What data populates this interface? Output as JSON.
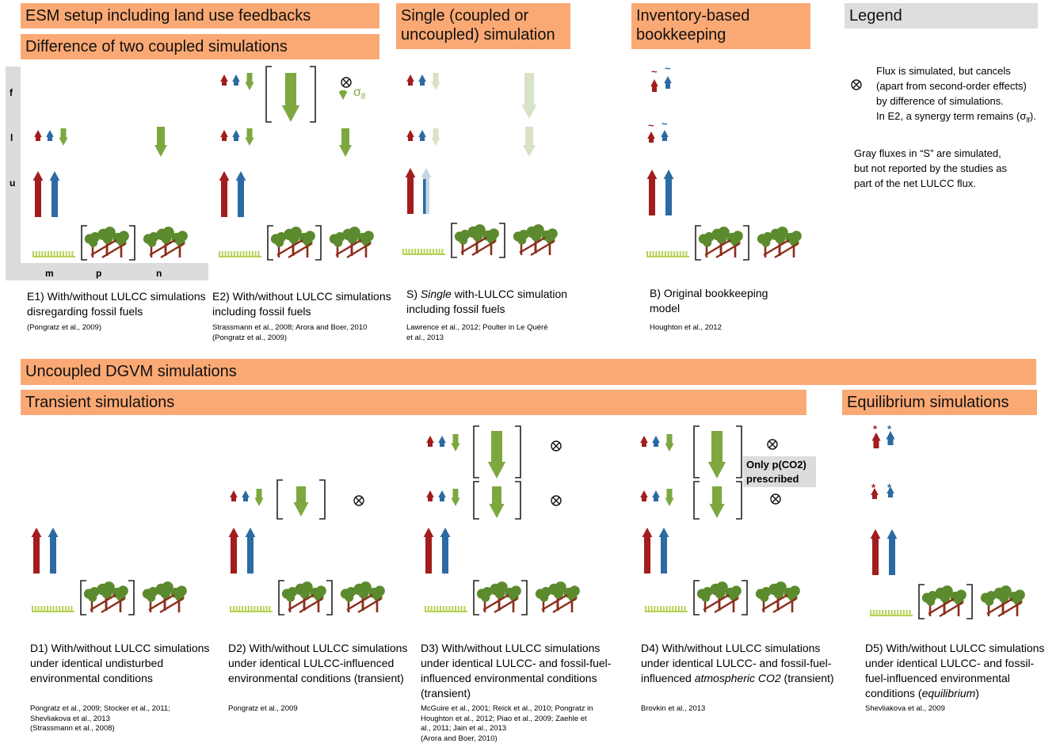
{
  "headers": {
    "esm": "ESM setup including land use feedbacks",
    "diff": "Difference of two coupled simulations",
    "single": "Single (coupled or uncoupled) simulation",
    "inventory": "Inventory-based bookkeeping",
    "legend": "Legend",
    "uncoupled": "Uncoupled DGVM simulations",
    "transient": "Transient simulations",
    "equilibrium": "Equilibrium simulations"
  },
  "axis": {
    "rows": [
      "f",
      "l",
      "u"
    ],
    "columns": [
      "m",
      "p",
      "n"
    ]
  },
  "legend": {
    "cancel_note": "Flux is simulated, but cancels (apart from second-order effects) by difference of simulations. In E2, a synergy term remains (σlf).",
    "cancel_note_lines": [
      "Flux is simulated, but cancels",
      "(apart from second-order effects)",
      "by difference of simulations."
    ],
    "synergy_line_pre": "In E2, a synergy term remains (σ",
    "synergy_sub": "lf",
    "synergy_line_post": ").",
    "gray_note_lines": [
      "Gray fluxes in “S” are simulated,",
      "but not reported by the studies as",
      "part of the net LULCC flux."
    ]
  },
  "sigma": {
    "symbol": "σ",
    "sub": "lf"
  },
  "only_co2": [
    "Only p(CO2)",
    "prescribed"
  ],
  "marks": {
    "tilde": "~",
    "star": "*"
  },
  "panels": {
    "E1": {
      "caption": [
        "E1) With/without LULCC simulations",
        "disregarding fossil fuels"
      ],
      "refs": [
        "(Pongratz et al., 2009)"
      ]
    },
    "E2": {
      "caption": [
        "E2) With/without LULCC simulations",
        "including fossil fuels"
      ],
      "refs": [
        "Strassmann et al., 2008; Arora and Boer, 2010",
        "(Pongratz et al., 2009)"
      ]
    },
    "S": {
      "caption_prefix": "S) ",
      "caption_italic": "Single",
      "caption_rest": " with-LULCC simulation",
      "caption_line2": "including fossil fuels",
      "refs": [
        "Lawrence et al., 2012; Poulter in Le Quéré",
        "et al., 2013"
      ]
    },
    "B": {
      "caption": [
        "B) Original bookkeeping",
        "model"
      ],
      "refs": [
        "Houghton et al., 2012"
      ]
    },
    "D1": {
      "caption": [
        "D1) With/without LULCC simulations",
        "under identical undisturbed",
        "environmental conditions"
      ],
      "refs": [
        "Pongratz et al., 2009; Stocker et al., 2011;",
        "Shevliakova et al., 2013",
        "(Strassmann et al., 2008)"
      ]
    },
    "D2": {
      "caption": [
        "D2) With/without LULCC simulations",
        "under identical LULCC-influenced",
        "environmental conditions (transient)"
      ],
      "refs": [
        "Pongratz et al., 2009"
      ]
    },
    "D3": {
      "caption": [
        "D3) With/without LULCC simulations",
        "under identical LULCC- and fossil-fuel-",
        "influenced environmental conditions",
        "(transient)"
      ],
      "refs": [
        "McGuire et al., 2001; Reick et al., 2010; Pongratz in",
        "Houghton et al., 2012;  Piao et al., 2009; Zaehle et",
        "al., 2011; Jain et al., 2013",
        "(Arora and Boer, 2010)"
      ]
    },
    "D4": {
      "caption_lines": [
        "D4) With/without LULCC simulations",
        "under identical LULCC- and fossil-fuel-"
      ],
      "caption_line3_pre": "influenced ",
      "caption_line3_italic": "atmospheric CO2",
      "caption_line3_post": " (transient)",
      "refs": [
        "Brovkin et al., 2013"
      ]
    },
    "D5": {
      "caption_lines": [
        "D5) With/without LULCC simulations",
        "under identical LULCC- and fossil-",
        "fuel-influenced environmental"
      ],
      "caption_line4_pre": "conditions (",
      "caption_line4_italic": "equilibrium",
      "caption_line4_post": ")",
      "refs": [
        "Shevliakova et al., 2009"
      ]
    }
  },
  "colors": {
    "header": "#fba974",
    "legend_header": "#dddddd",
    "red_flux": "#a21d1d",
    "blue_flux": "#2b6aa3",
    "green_flux": "#7da840",
    "gray_flux": "#d7e2c7",
    "tree_crown": "#5c8a2e",
    "trunk": "#8b2e1c",
    "grass": "#b6d256"
  }
}
